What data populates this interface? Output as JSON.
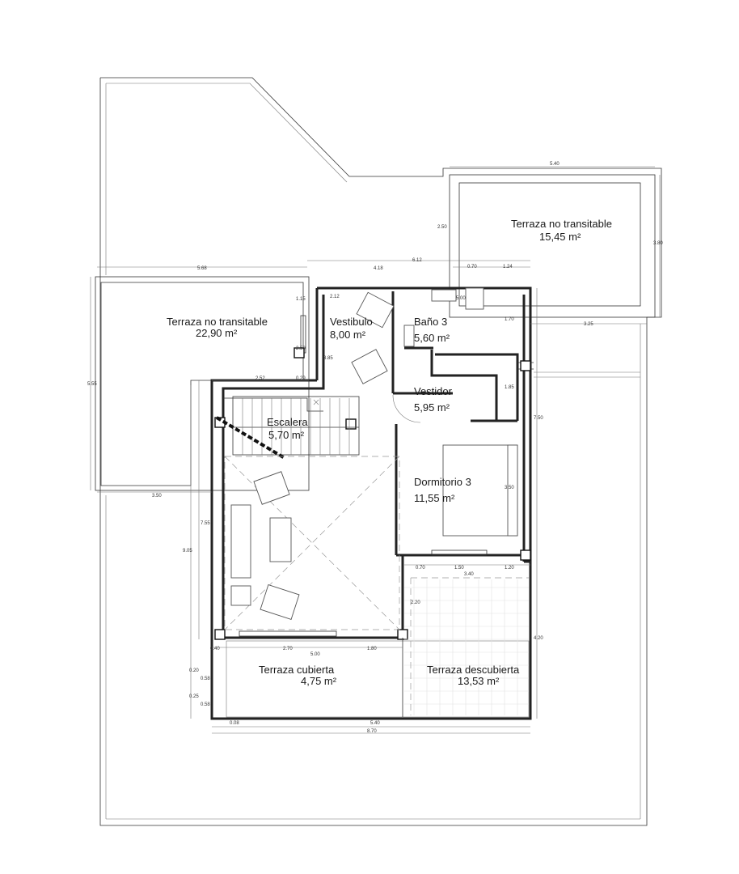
{
  "colors": {
    "line": "#222222",
    "gravel": "#666666",
    "background": "#ffffff"
  },
  "rooms": [
    {
      "id": "terraza-nt-1",
      "name": "Terraza no transitable",
      "area": "15,45 m²"
    },
    {
      "id": "terraza-nt-2",
      "name": "Terraza no transitable",
      "area": "22,90 m²"
    },
    {
      "id": "vestibulo",
      "name": "Vestibulo",
      "area": "8,00 m²"
    },
    {
      "id": "bano3",
      "name": "Baño 3",
      "area": "5,60 m²"
    },
    {
      "id": "vestidor",
      "name": "Vestidor",
      "area": "5,95 m²"
    },
    {
      "id": "escalera",
      "name": "Escalera",
      "area": "5,70 m²"
    },
    {
      "id": "dormitorio3",
      "name": "Dormitorio 3",
      "area": "11,55 m²"
    },
    {
      "id": "terraza-cubierta",
      "name": "Terraza cubierta",
      "area": "4,75 m²"
    },
    {
      "id": "terraza-descubierta",
      "name": "Terraza descubierta",
      "area": "13,53 m²"
    }
  ],
  "dimensions": [
    "5.40",
    "2.50",
    "3.80",
    "5.68",
    "4.18",
    "6.12",
    "0.70",
    "1.24",
    "1.15",
    "2.12",
    "5.00",
    "1.70",
    "3.25",
    "2.50",
    "3.85",
    "2.52",
    "0.29",
    "5.55",
    "1.85",
    "7.50",
    "3.50",
    "3.50",
    "7.55",
    "9.05",
    "0.70",
    "1.50",
    "1.20",
    "3.40",
    "2.20",
    "4.20",
    "0.40",
    "2.70",
    "1.80",
    "5.00",
    "0.20",
    "0.58",
    "0.25",
    "0.58",
    "0.08",
    "5.40",
    "8.70"
  ]
}
